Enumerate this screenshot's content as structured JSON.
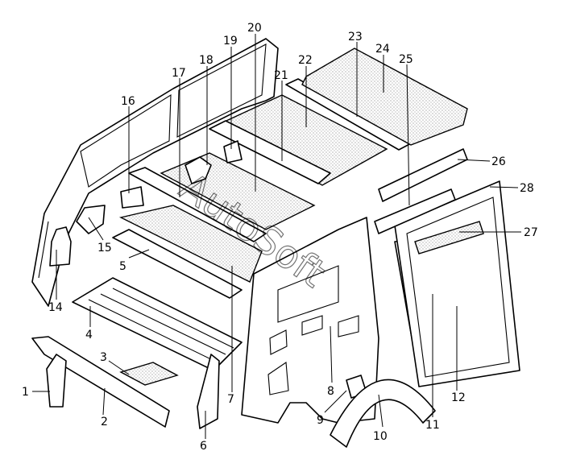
{
  "watermark": "AutoSoft",
  "labels": [
    "1",
    "2",
    "3",
    "4",
    "5",
    "6",
    "7",
    "8",
    "9",
    "10",
    "11",
    "12",
    "14",
    "15",
    "16",
    "17",
    "18",
    "19",
    "20",
    "21",
    "22",
    "23",
    "24",
    "25",
    "26",
    "27",
    "28"
  ]
}
